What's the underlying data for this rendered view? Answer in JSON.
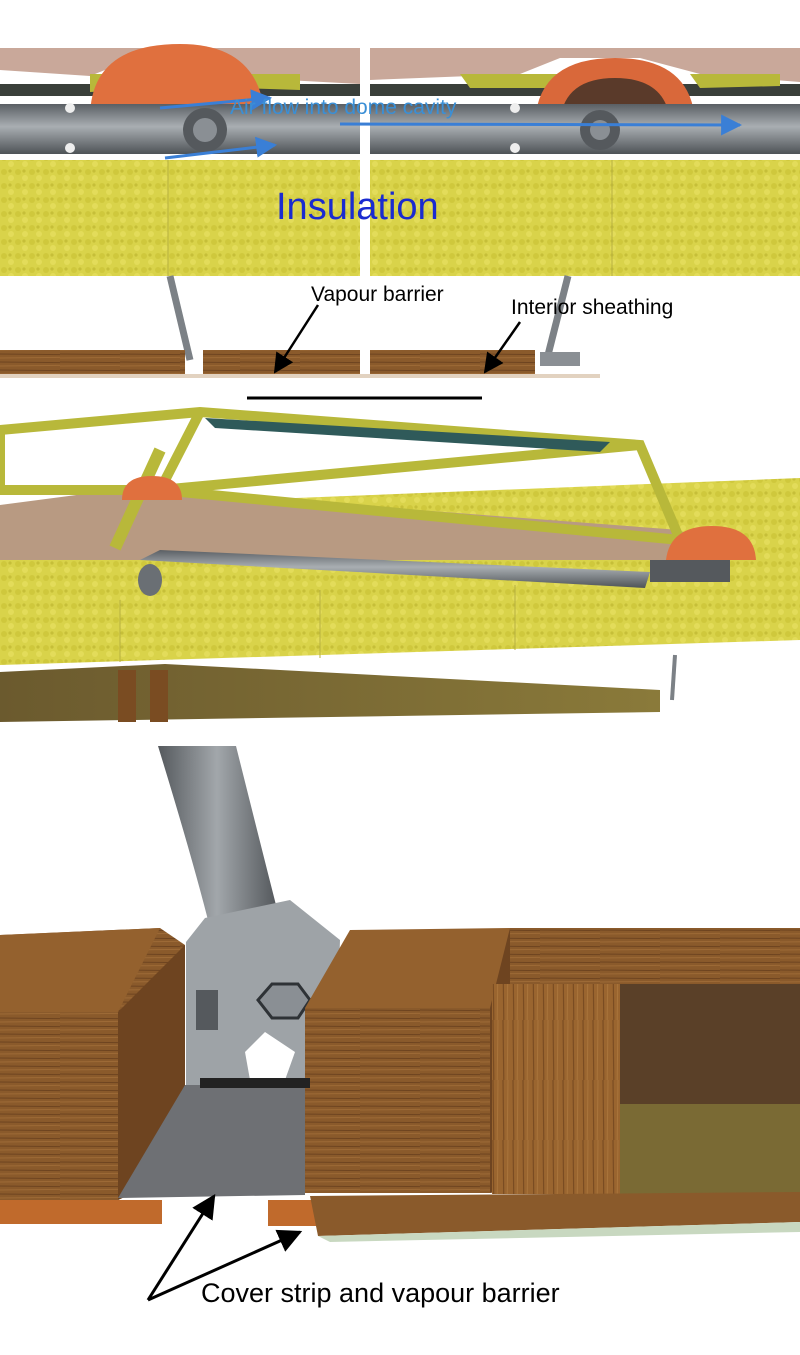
{
  "labels": {
    "air_flow": "Air flow into dome cavity",
    "insulation": "Insulation",
    "vapour_barrier": "Vapour barrier",
    "interior_sheathing": "Interior sheathing",
    "cover_strip": "Cover strip and vapour barrier"
  },
  "colors": {
    "insulation": "#d9d34a",
    "wood": "#8a5a2b",
    "metal": "#8a8f94",
    "dome": "#e0703e",
    "panel_frame": "#b8b83a",
    "arrow_air": "#3a7fd6",
    "arrow_black": "#000000"
  }
}
